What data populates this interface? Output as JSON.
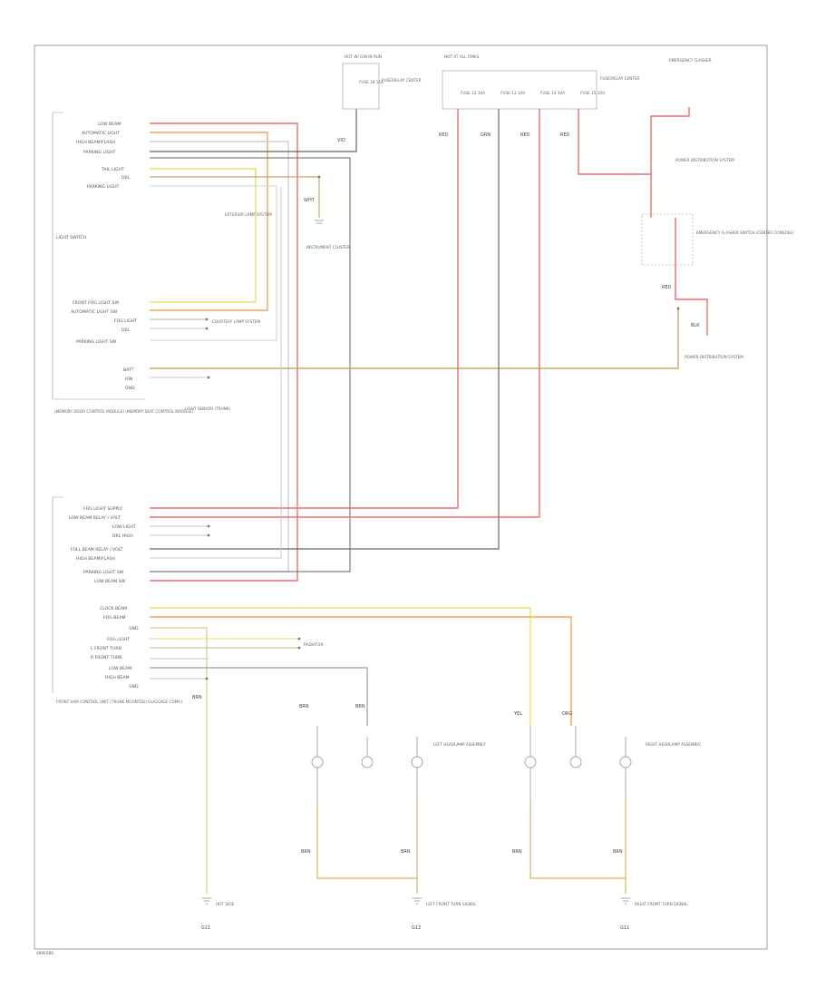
{
  "wire_colors": {
    "red": "#f26d6d",
    "orange": "#f5a35a",
    "yellow": "#ecdf6a",
    "tan": "#c9a866",
    "grey": "#c8c8c8",
    "dark": "#666666",
    "green": "#9ec98a"
  },
  "fuses": {
    "left_hot": "HOT W/ IGN IN RUN",
    "left_fuse": "FUSE 18 15A",
    "left_center": "FUSE/RELAY CENTER",
    "right_hot": "HOT AT ALL TIMES",
    "right_fuses": [
      "FUSE 12 10A",
      "FUSE 13 10A",
      "FUSE 14 10A",
      "FUSE 15 10A"
    ]
  },
  "codes": {
    "vio": "VIO",
    "red_a": "RED",
    "grn": "GRN",
    "red_b": "RED",
    "red_c": "RED",
    "wht": "WHT",
    "yel": "YEL",
    "org": "ORG",
    "tan_l": "BRN",
    "brn_r1": "BRN",
    "brn_r2": "BRN",
    "brn_l1": "BRN",
    "brn_l2": "BRN",
    "red_wht": "RED",
    "blk_wht": "BLK",
    "brn_bot1": "BRN",
    "brn_bot2": "BRN"
  },
  "connectors": {
    "light_switch": "LIGHT SWITCH",
    "memory_sw": "(MEMORY DOOR CONTROL MODULE) (MEMORY SEAT CONTROL MODULE)",
    "front_ctrl": "FRONT SAM CONTROL UNIT (TRUNK MOUNTED) (LUGGAGE COMP.)",
    "light_sensor": "LIGHT SENSOR (TRUNK)",
    "exterior_lamp": "EXTERIOR LAMP SYSTEM",
    "courtesy": "COURTESY LAMP SYSTEM",
    "instrument": "INSTRUMENT CLUSTER",
    "power_dist_top": "POWER DISTRIBUTION SYSTEM",
    "power_dist_bot": "POWER DISTRIBUTION SYSTEM",
    "emergency": "EMERGENCY FLASHER",
    "emergency_sw": "EMERGENCY FLASHER SWITCH (CENTER CONSOLE)",
    "fuse_relay": "FUSE/RELAY CENTER",
    "left_headlamp": "LEFT HEADLAMP ASSEMBLY",
    "right_headlamp": "RIGHT HEADLAMP ASSEMBLY",
    "left_front_turn": "LEFT FRONT TURN SIGNAL",
    "right_front_turn": "RIGHT FRONT TURN SIGNAL",
    "radiator": "RADIATOR",
    "hot_side": "HOT SIDE",
    "gnd_bot_left": "G11",
    "gnd_bot_mid": "G12",
    "gnd_bot_right": "G11"
  },
  "switch_pins": [
    "LOW BEAM",
    "AUTOMATIC LIGHT",
    "HIGH BEAM/FLASH",
    "PARKING LIGHT",
    "TAIL LIGHT",
    "DRL",
    "PARKING LIGHT"
  ],
  "memory_pins": [
    "FRONT FOG LIGHT SW",
    "AUTOMATIC LIGHT SW",
    "FOG LIGHT",
    "DRL",
    "PARKING LIGHT SW"
  ],
  "light_pins": [
    "BATT",
    "IGN",
    "GND"
  ],
  "front_pins_a": [
    "FOG LIGHT SUPPLY",
    "LOW BEAM RELAY / VOLT",
    "LOW LIGHT",
    "DRL HIGH",
    "FULL BEAM RELAY / VOLT",
    "HIGH BEAM/FLASH",
    "PARKING LIGHT SW",
    "LOW BEAM SW"
  ],
  "front_pins_b": [
    "CLOCK BEAM",
    "FOG BEAM",
    "GND",
    "FOG LIGHT",
    "L FRONT TURN",
    "R FRONT TURN",
    "LOW BEAM",
    "HIGH BEAM",
    "GND"
  ],
  "footer_code": "4B9E0B6"
}
